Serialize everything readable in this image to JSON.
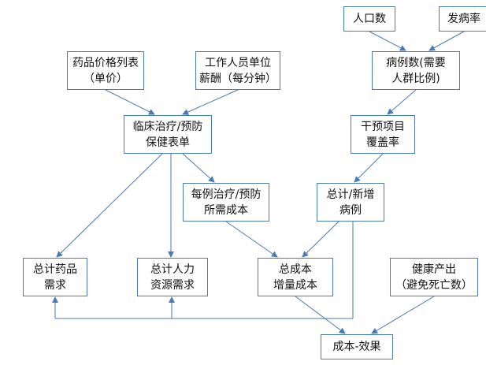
{
  "nodes": {
    "population": "人口数",
    "incidence": "发病率",
    "price_list": "药品价格列表\n（单价）",
    "staff_pay": "工作人员单位\n薪酬（每分钟）",
    "cases": "病例数(需要\n人群比例)",
    "protocol": "临床治疗/预防\n保健表单",
    "coverage": "干预项目\n覆盖率",
    "unit_cost": "每例治疗/预防\n所需成本",
    "new_cases": "总计/新增\n病例",
    "drug_demand": "总计药品\n需求",
    "hr_demand": "总计人力\n资源需求",
    "total_cost": "总成本\n增量成本",
    "health_out": "健康产出\n（避免死亡数）",
    "cea": "成本-效果"
  },
  "colors": {
    "border": "#4a7ab8",
    "arrow": "#4a7ab8",
    "text": "#111111"
  }
}
